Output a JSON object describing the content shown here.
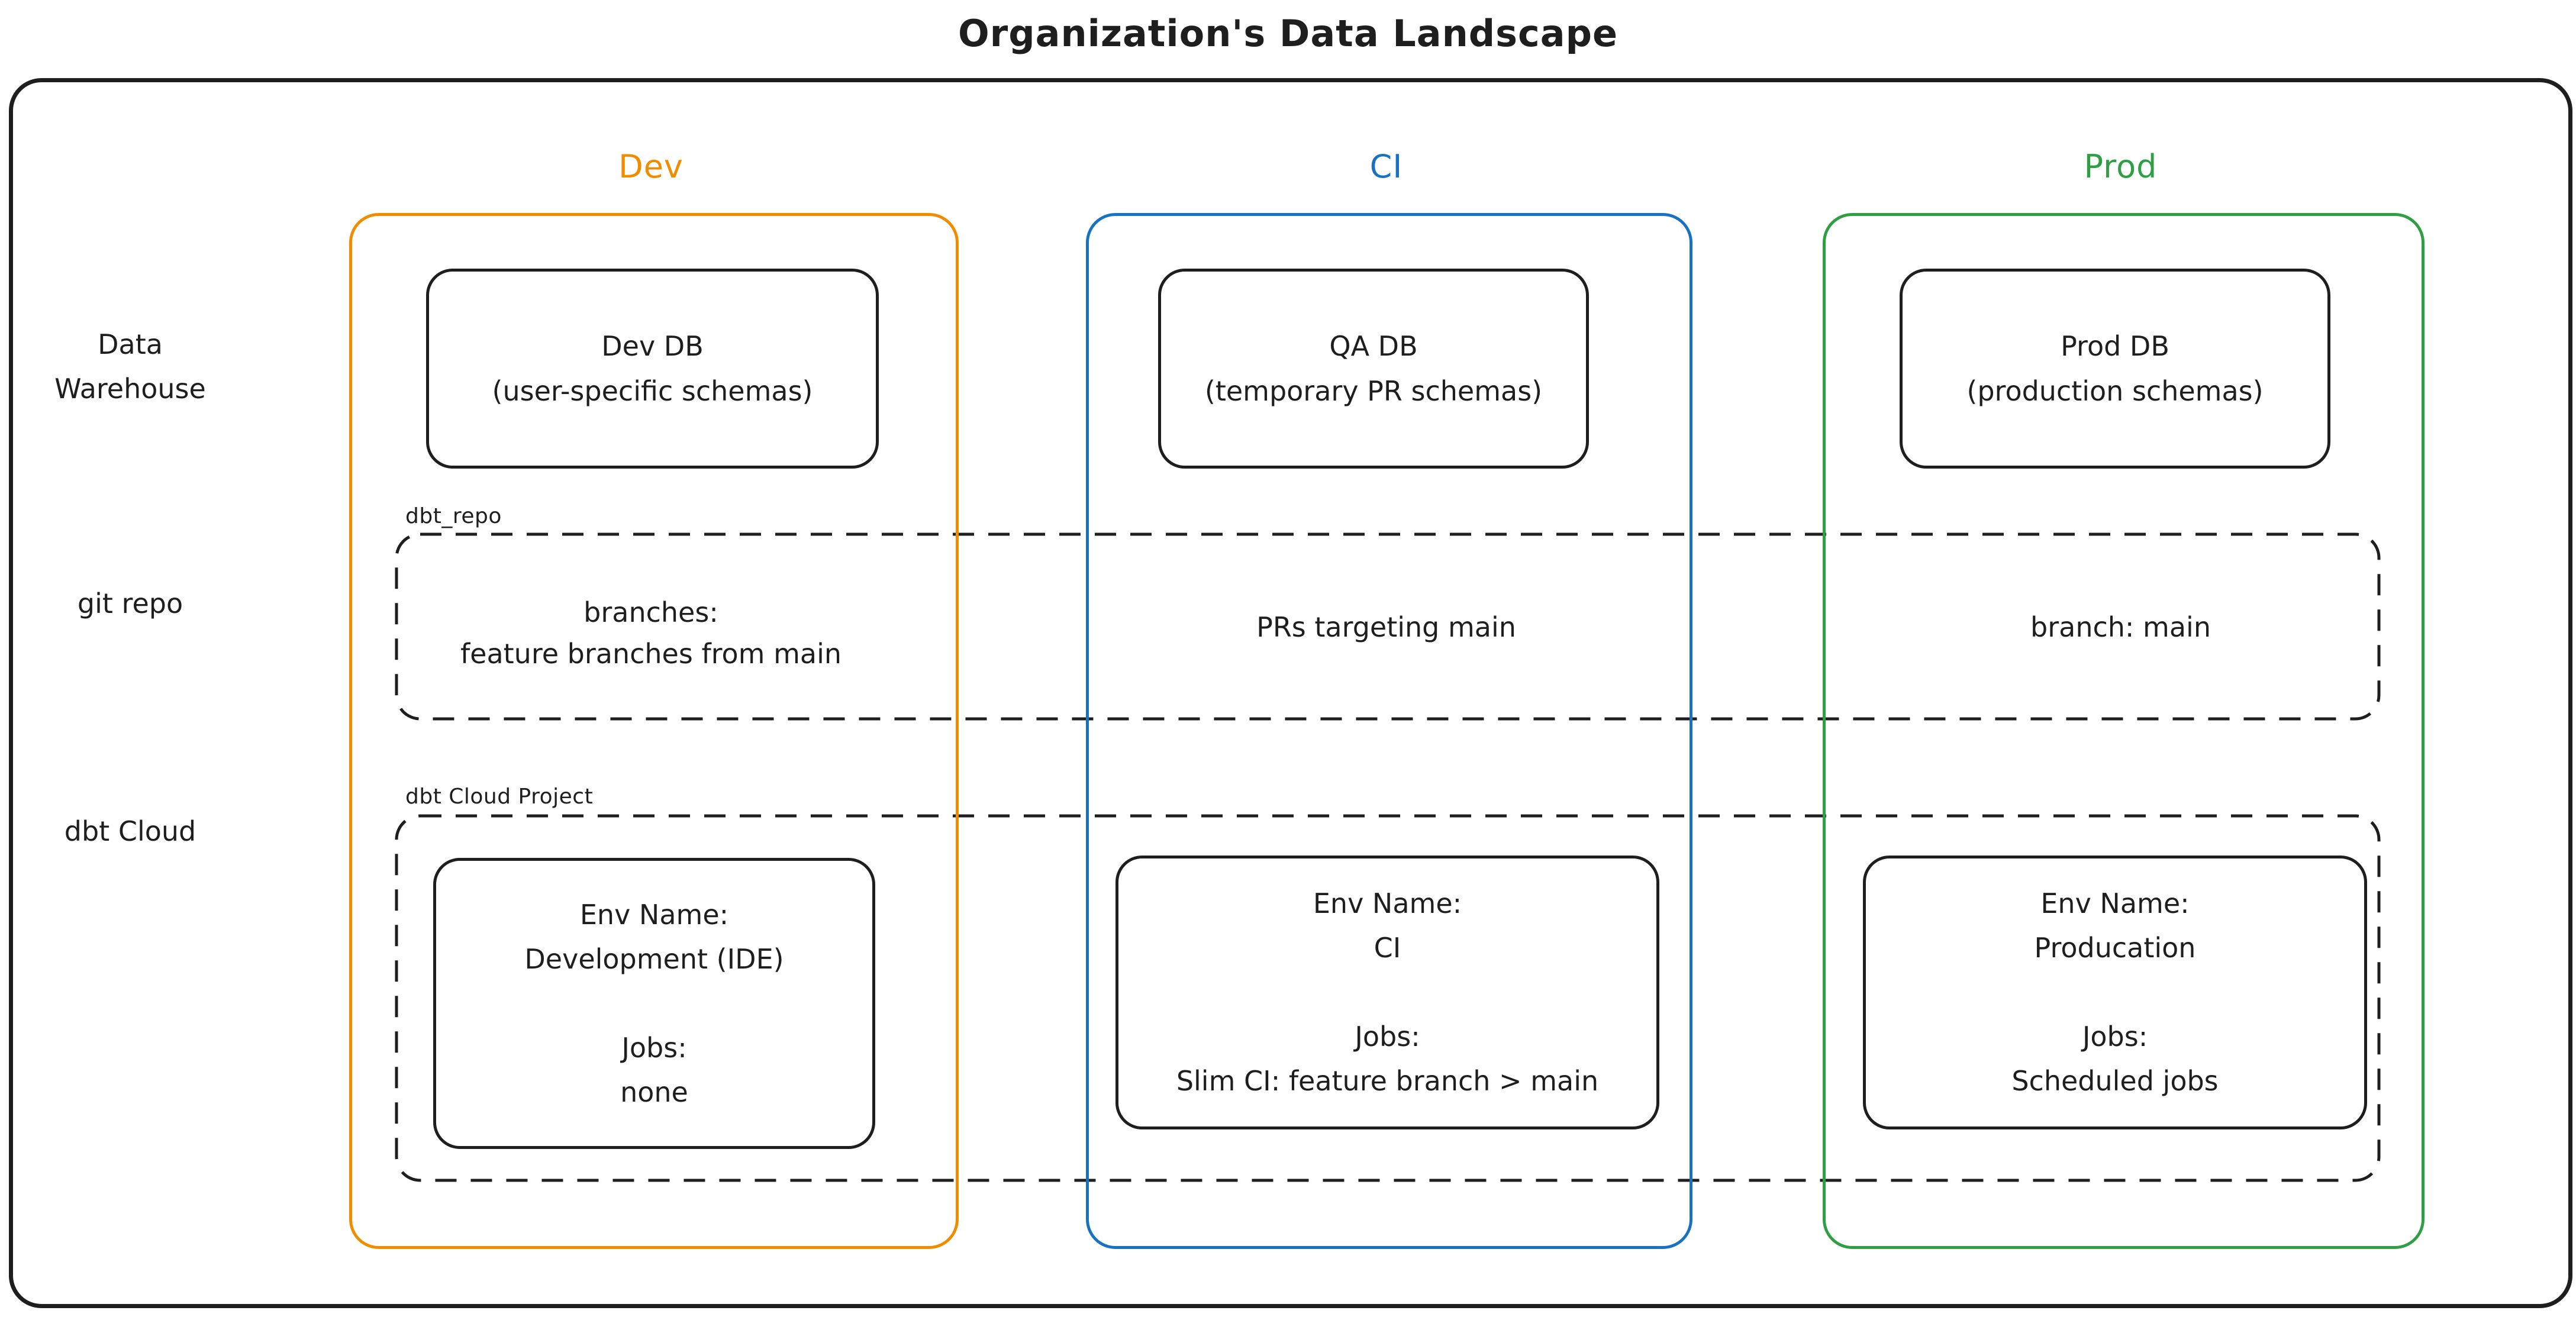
{
  "title": "Organization's Data Landscape",
  "colors": {
    "dev": "#f08c00",
    "ci": "#1971c2",
    "prod": "#2f9e44",
    "ink": "#1e1e1e"
  },
  "row_labels": {
    "warehouse_line1": "Data",
    "warehouse_line2": "Warehouse",
    "git": "git repo",
    "dbt": "dbt Cloud"
  },
  "overlays": {
    "repo_label": "dbt_repo",
    "project_label": "dbt Cloud Project"
  },
  "columns": {
    "dev": {
      "header": "Dev",
      "db_title": "Dev DB",
      "db_subtitle": "(user-specific schemas)",
      "git_line1": "branches:",
      "git_line2": "feature branches from main",
      "env_label": "Env Name:",
      "env_name": "Development (IDE)",
      "jobs_label": "Jobs:",
      "jobs_value": "none"
    },
    "ci": {
      "header": "CI",
      "db_title": "QA DB",
      "db_subtitle": "(temporary PR schemas)",
      "git_line1": "PRs targeting main",
      "env_label": "Env Name:",
      "env_name": "CI",
      "jobs_label": "Jobs:",
      "jobs_value": "Slim CI: feature branch > main"
    },
    "prod": {
      "header": "Prod",
      "db_title": "Prod DB",
      "db_subtitle": "(production schemas)",
      "git_line1": "branch: main",
      "env_label": "Env Name:",
      "env_name": "Producation",
      "jobs_label": "Jobs:",
      "jobs_value": "Scheduled jobs"
    }
  }
}
